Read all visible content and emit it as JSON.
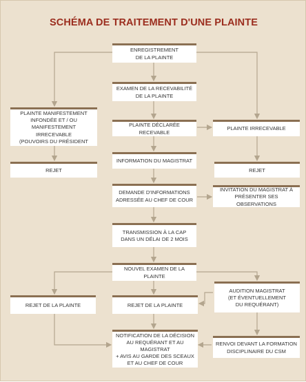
{
  "title": "SCHÉMA DE TRAITEMENT D'UNE PLAINTE",
  "colors": {
    "background": "#ece1cf",
    "title": "#9b2d1e",
    "box_border": "#8a6f52",
    "connector": "#b3a58e"
  },
  "boxes": {
    "enregistrement": "ENREGISTREMENT\nDE LA PLAINTE",
    "examen": "EXAMEN DE LA RECEVABILITÉ\nDE LA PLAINTE",
    "manifestement": "PLAINTE MANIFESTEMENT\nINFONDÉE ET / OU\nMANIFESTEMENT IRRECEVABLE\n(POUVOIRS DU PRÉSIDENT",
    "recevable": "PLAINTE DÉCLARÉE RECEVABLE",
    "irrecevable": "PLAINTE IRRECEVABLE",
    "rejet_left": "REJET",
    "information": "INFORMATION DU MAGISTRAT",
    "rejet_right": "REJET",
    "demande": "DEMANDE D'INFORMATIONS\nADRESSÉE AU CHEF DE COUR",
    "invitation": "INVITATION DU MAGISTRAT À\nPRÉSENTER SES OBSERVATIONS",
    "transmission": "TRANSMISSION À LA CAP\nDANS UN DÉLAI DE 2 MOIS",
    "nouvel": "NOUVEL EXAMEN DE LA PLAINTE",
    "audition": "AUDITION MAGISTRAT\n(ET ÉVENTUELLEMENT\nDU REQUÉRANT)",
    "rejet_plainte_left": "REJET DE LA PLAINTE",
    "rejet_plainte_mid": "REJET DE LA PLAINTE",
    "notification": "NOTIFICATION DE LA DÉCISION\nAU REQUÉRANT ET AU MAGISTRAT\n+ AVIS AU GARDE DES SCEAUX\nET AU CHEF DE COUR",
    "renvoi": "RENVOI DEVANT LA FORMATION\nDISCIPLINAIRE DU CSM"
  }
}
